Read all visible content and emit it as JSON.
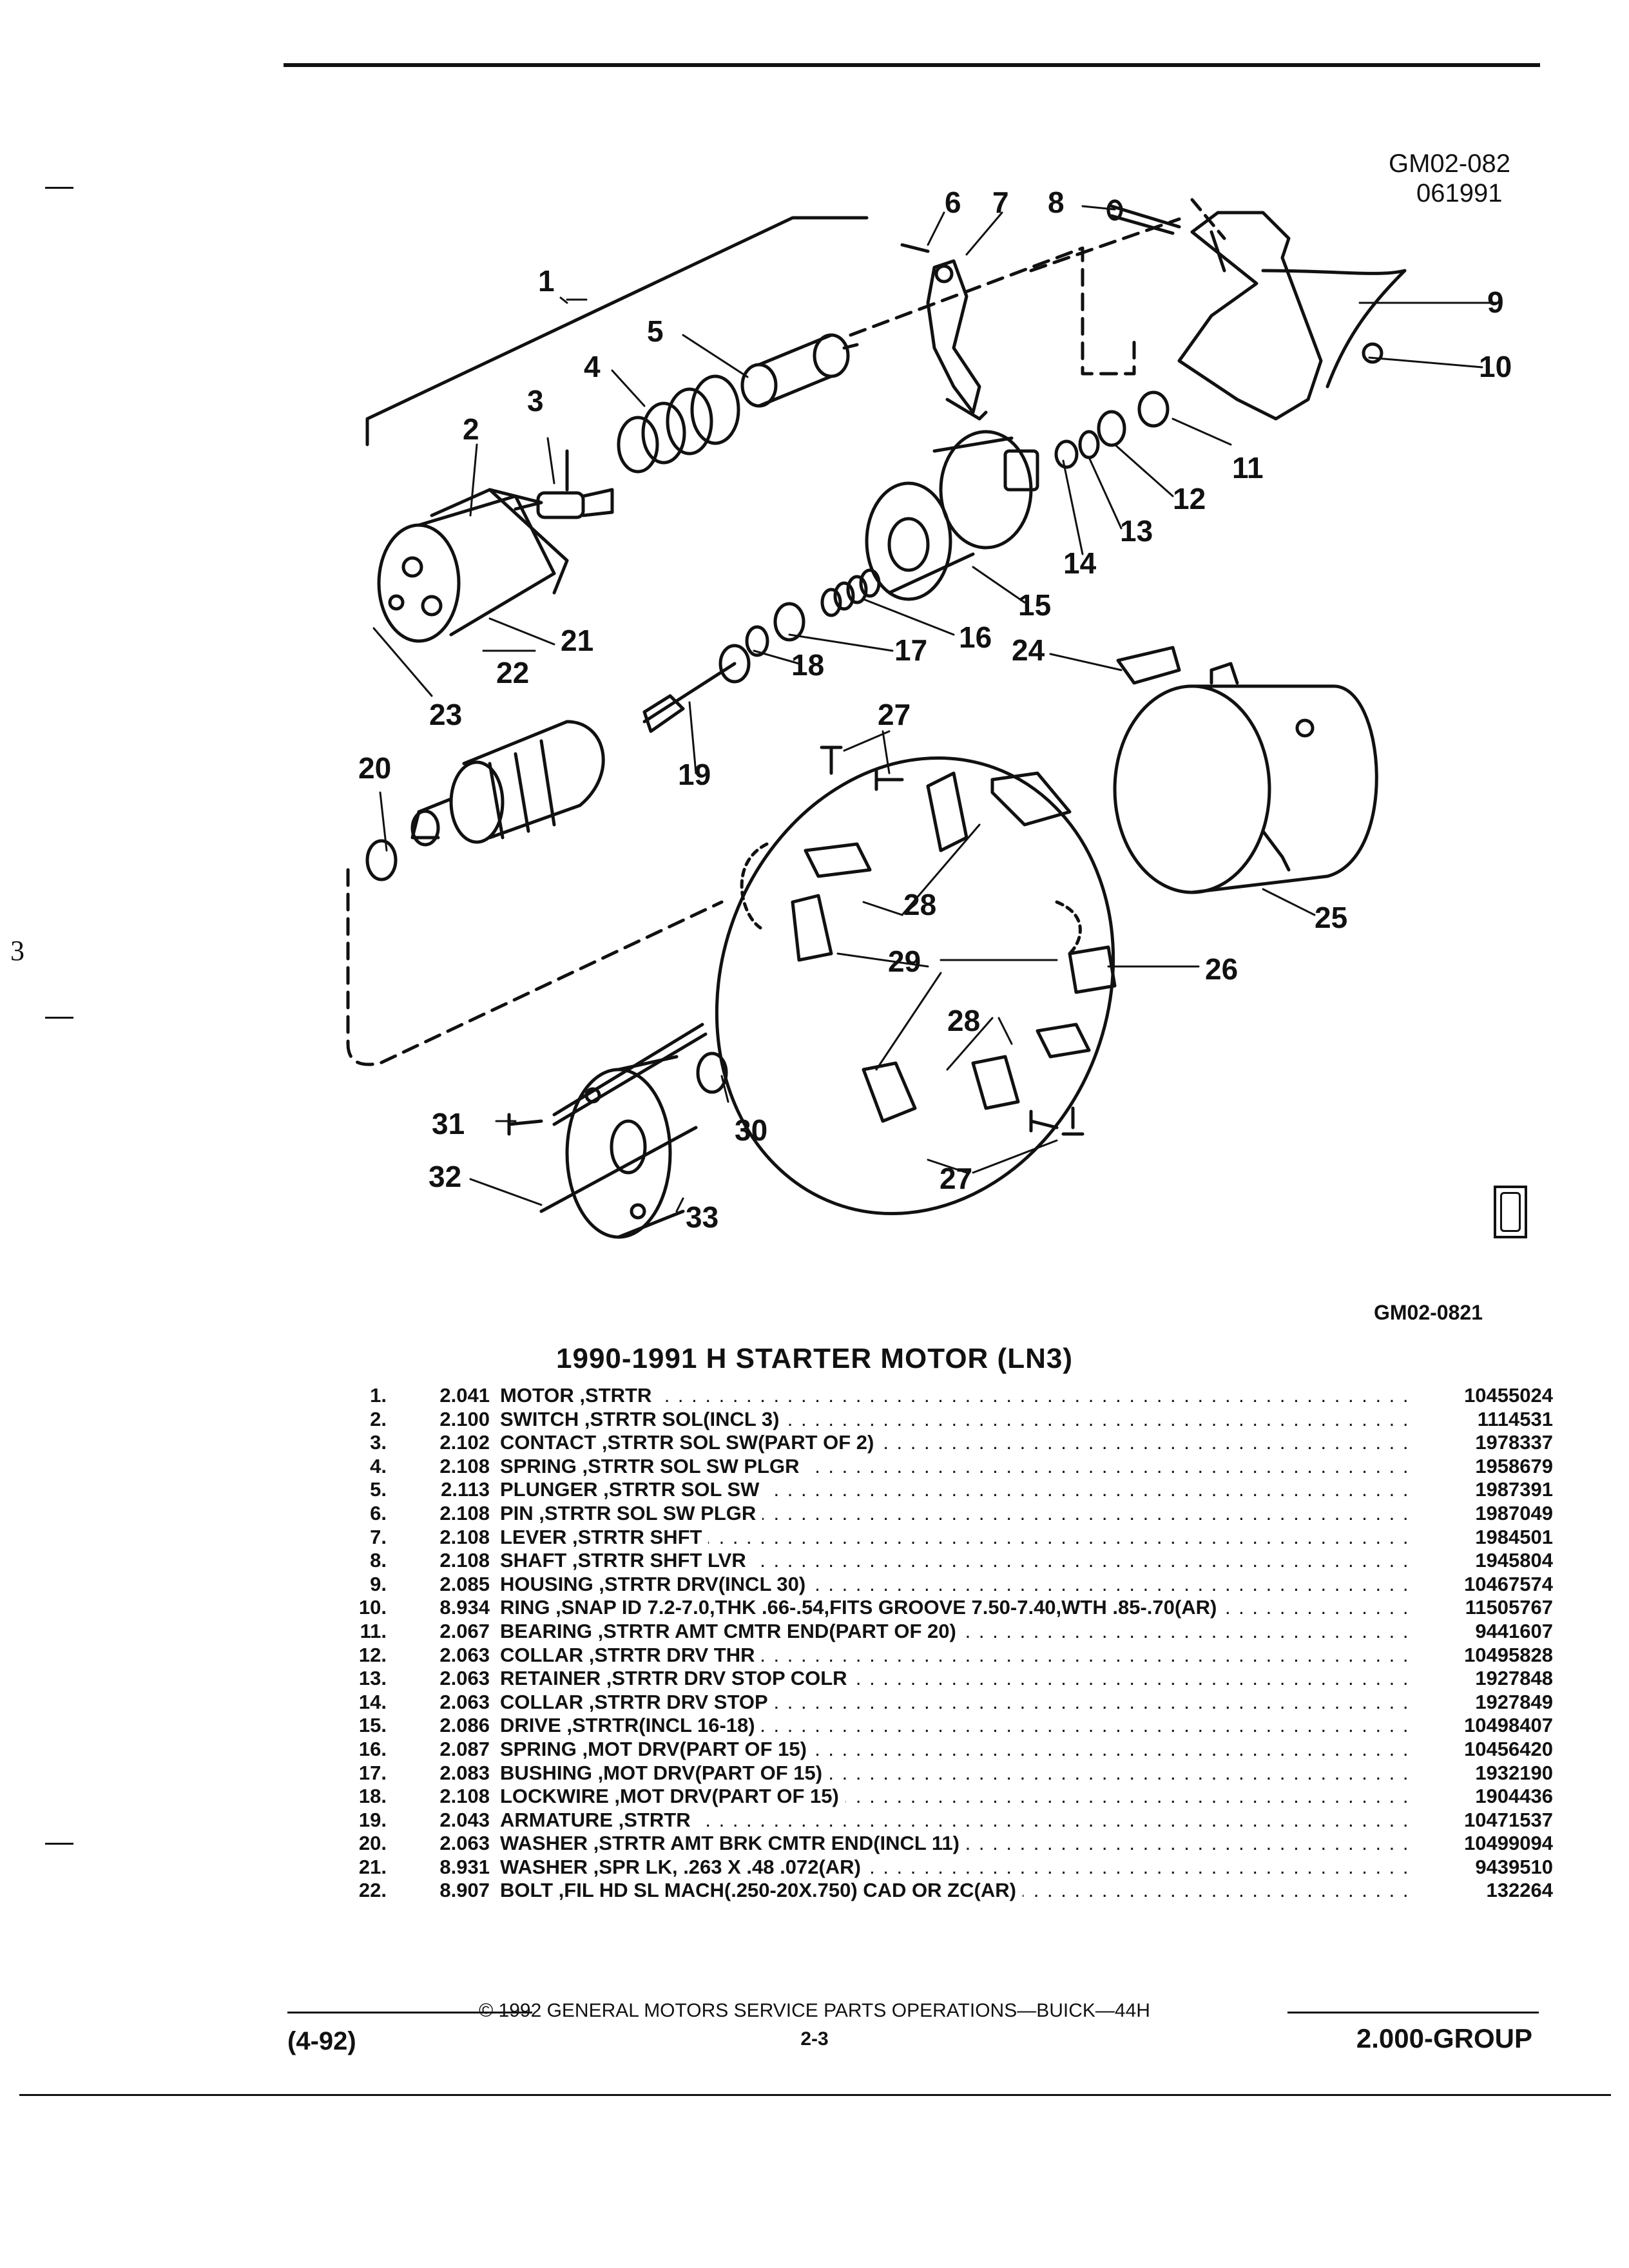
{
  "header": {
    "illustration_code": "GM02-082",
    "illustration_date": "061991",
    "figure_code": "GM02-0821"
  },
  "diagram": {
    "callouts": [
      "1",
      "2",
      "3",
      "4",
      "5",
      "6",
      "7",
      "8",
      "9",
      "10",
      "11",
      "12",
      "13",
      "14",
      "15",
      "16",
      "17",
      "18",
      "19",
      "20",
      "21",
      "22",
      "23",
      "24",
      "25",
      "26",
      "27",
      "27",
      "28",
      "28",
      "29",
      "30",
      "31",
      "32",
      "33"
    ]
  },
  "section_title": "1990-1991 H STARTER MOTOR (LN3)",
  "parts": [
    {
      "no": "1.",
      "group": "2.041",
      "desc": "MOTOR ,STRTR",
      "part": "10455024"
    },
    {
      "no": "2.",
      "group": "2.100",
      "desc": "SWITCH ,STRTR SOL(INCL 3)",
      "part": "1114531"
    },
    {
      "no": "3.",
      "group": "2.102",
      "desc": "CONTACT ,STRTR SOL SW(PART OF 2)",
      "part": "1978337"
    },
    {
      "no": "4.",
      "group": "2.108",
      "desc": "SPRING ,STRTR SOL SW PLGR",
      "part": "1958679"
    },
    {
      "no": "5.",
      "group": "2.113",
      "desc": "PLUNGER ,STRTR SOL SW",
      "part": "1987391"
    },
    {
      "no": "6.",
      "group": "2.108",
      "desc": "PIN ,STRTR SOL SW PLGR",
      "part": "1987049"
    },
    {
      "no": "7.",
      "group": "2.108",
      "desc": "LEVER ,STRTR SHFT",
      "part": "1984501"
    },
    {
      "no": "8.",
      "group": "2.108",
      "desc": "SHAFT ,STRTR SHFT LVR",
      "part": "1945804"
    },
    {
      "no": "9.",
      "group": "2.085",
      "desc": "HOUSING ,STRTR DRV(INCL 30)",
      "part": "10467574"
    },
    {
      "no": "10.",
      "group": "8.934",
      "desc": "RING ,SNAP ID 7.2-7.0,THK .66-.54,FITS GROOVE 7.50-7.40,WTH .85-.70(AR)",
      "part": "11505767"
    },
    {
      "no": "11.",
      "group": "2.067",
      "desc": "BEARING ,STRTR AMT CMTR END(PART OF 20)",
      "part": "9441607"
    },
    {
      "no": "12.",
      "group": "2.063",
      "desc": "COLLAR ,STRTR DRV THR",
      "part": "10495828"
    },
    {
      "no": "13.",
      "group": "2.063",
      "desc": "RETAINER ,STRTR DRV STOP COLR",
      "part": "1927848"
    },
    {
      "no": "14.",
      "group": "2.063",
      "desc": "COLLAR ,STRTR DRV STOP",
      "part": "1927849"
    },
    {
      "no": "15.",
      "group": "2.086",
      "desc": "DRIVE ,STRTR(INCL 16-18)",
      "part": "10498407"
    },
    {
      "no": "16.",
      "group": "2.087",
      "desc": "SPRING ,MOT DRV(PART OF 15)",
      "part": "10456420"
    },
    {
      "no": "17.",
      "group": "2.083",
      "desc": "BUSHING ,MOT DRV(PART OF 15)",
      "part": "1932190"
    },
    {
      "no": "18.",
      "group": "2.108",
      "desc": "LOCKWIRE ,MOT DRV(PART OF 15)",
      "part": "1904436"
    },
    {
      "no": "19.",
      "group": "2.043",
      "desc": "ARMATURE ,STRTR",
      "part": "10471537"
    },
    {
      "no": "20.",
      "group": "2.063",
      "desc": "WASHER ,STRTR AMT BRK CMTR END(INCL 11)",
      "part": "10499094"
    },
    {
      "no": "21.",
      "group": "8.931",
      "desc": "WASHER ,SPR LK, .263 X .48 .072(AR)",
      "part": "9439510"
    },
    {
      "no": "22.",
      "group": "8.907",
      "desc": "BOLT ,FIL HD SL MACH(.250-20X.750) CAD OR ZC(AR)",
      "part": "132264"
    }
  ],
  "footer": {
    "copyright": "© 1992 GENERAL MOTORS SERVICE PARTS OPERATIONS—BUICK—44H",
    "date_code": "(4-92)",
    "page": "2-3",
    "group": "2.000-GROUP"
  },
  "margin_marks": [
    "3"
  ]
}
